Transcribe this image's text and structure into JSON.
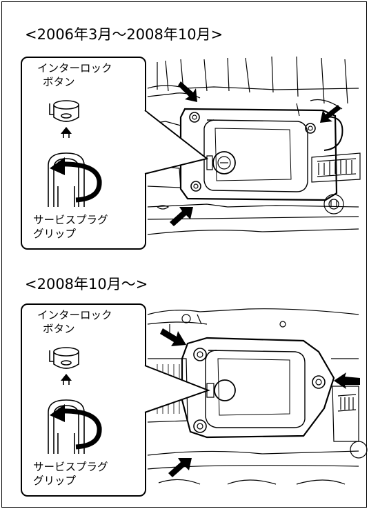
{
  "sections": [
    {
      "heading": "<2006年3月～2008年10月>",
      "interlock_label_line1": "インターロック",
      "interlock_label_line2": "ボタン",
      "grip_label_line1": "サービスプラグ",
      "grip_label_line2": "グリップ"
    },
    {
      "heading": "<2008年10月～>",
      "interlock_label_line1": "インターロック",
      "interlock_label_line2": "ボタン",
      "grip_label_line1": "サービスプラグ",
      "grip_label_line2": "グリップ"
    }
  ],
  "colors": {
    "line": "#000000",
    "background": "#ffffff"
  },
  "icons": [
    "arrow-indicator-icon",
    "bolt-icon",
    "rotation-arrow-icon",
    "interlock-button-icon"
  ]
}
